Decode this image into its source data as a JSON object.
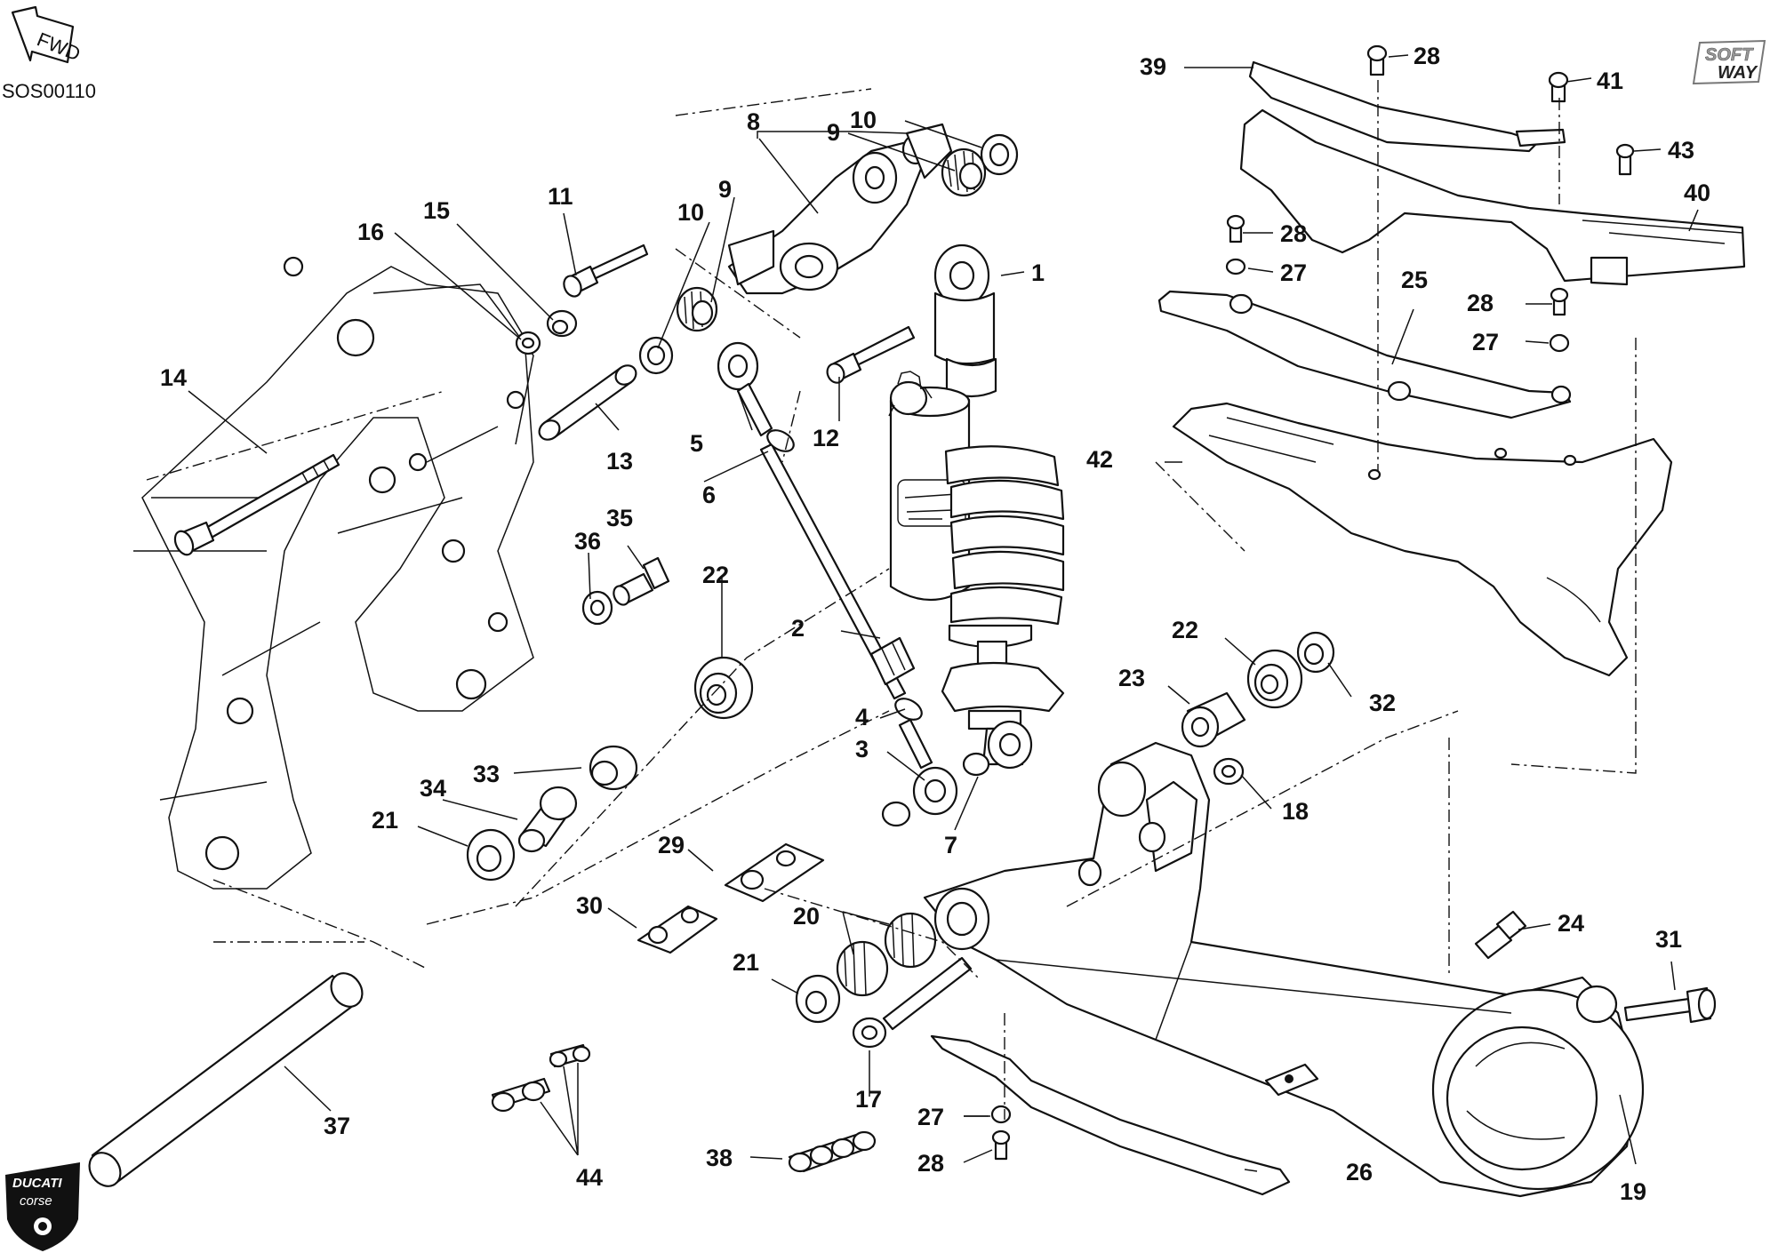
{
  "diagram": {
    "drawing_code": "SOS00110",
    "direction_tag": "FWD",
    "brand_top": [
      "SOFT",
      "WAY"
    ],
    "brand_badge": [
      "DUCATI",
      "corse"
    ]
  },
  "callouts": {
    "c1": "1",
    "c2": "2",
    "c3": "3",
    "c4a": "4",
    "c5": "5",
    "c6": "6",
    "c7": "7",
    "c8": "8",
    "c9a": "9",
    "c9b": "9",
    "c10a": "10",
    "c10b": "10",
    "c11": "11",
    "c12": "12",
    "c13": "13",
    "c14": "14",
    "c15": "15",
    "c16": "16",
    "c17": "17",
    "c18": "18",
    "c19": "19",
    "c20": "20",
    "c21a": "21",
    "c21b": "21",
    "c22a": "22",
    "c22b": "22",
    "c23": "23",
    "c24": "24",
    "c25": "25",
    "c26": "26",
    "c27a": "27",
    "c27b": "27",
    "c27c": "27",
    "c28a": "28",
    "c28b": "28",
    "c28c": "28",
    "c28d": "28",
    "c29": "29",
    "c30": "30",
    "c31": "31",
    "c32": "32",
    "c33": "33",
    "c34": "34",
    "c35": "35",
    "c36": "36",
    "c37": "37",
    "c38": "38",
    "c39": "39",
    "c40": "40",
    "c41": "41",
    "c42": "42",
    "c43": "43",
    "c44": "44"
  }
}
